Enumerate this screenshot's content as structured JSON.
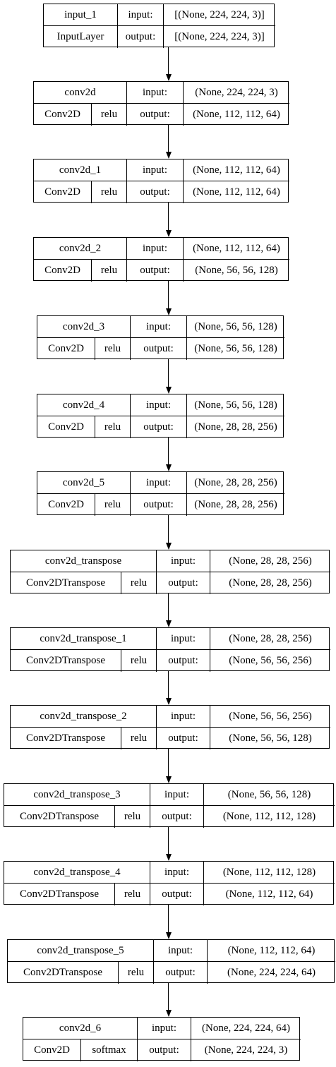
{
  "labels": {
    "input": "input:",
    "output": "output:"
  },
  "layers": [
    {
      "name": "input_1",
      "type": "InputLayer",
      "activation": "",
      "input_shape": "[(None, 224, 224, 3)]",
      "output_shape": "[(None, 224, 224, 3)]"
    },
    {
      "name": "conv2d",
      "type": "Conv2D",
      "activation": "relu",
      "input_shape": "(None, 224, 224, 3)",
      "output_shape": "(None, 112, 112, 64)"
    },
    {
      "name": "conv2d_1",
      "type": "Conv2D",
      "activation": "relu",
      "input_shape": "(None, 112, 112, 64)",
      "output_shape": "(None, 112, 112, 64)"
    },
    {
      "name": "conv2d_2",
      "type": "Conv2D",
      "activation": "relu",
      "input_shape": "(None, 112, 112, 64)",
      "output_shape": "(None, 56, 56, 128)"
    },
    {
      "name": "conv2d_3",
      "type": "Conv2D",
      "activation": "relu",
      "input_shape": "(None, 56, 56, 128)",
      "output_shape": "(None, 56, 56, 128)"
    },
    {
      "name": "conv2d_4",
      "type": "Conv2D",
      "activation": "relu",
      "input_shape": "(None, 56, 56, 128)",
      "output_shape": "(None, 28, 28, 256)"
    },
    {
      "name": "conv2d_5",
      "type": "Conv2D",
      "activation": "relu",
      "input_shape": "(None, 28, 28, 256)",
      "output_shape": "(None, 28, 28, 256)"
    },
    {
      "name": "conv2d_transpose",
      "type": "Conv2DTranspose",
      "activation": "relu",
      "input_shape": "(None, 28, 28, 256)",
      "output_shape": "(None, 28, 28, 256)"
    },
    {
      "name": "conv2d_transpose_1",
      "type": "Conv2DTranspose",
      "activation": "relu",
      "input_shape": "(None, 28, 28, 256)",
      "output_shape": "(None, 56, 56, 256)"
    },
    {
      "name": "conv2d_transpose_2",
      "type": "Conv2DTranspose",
      "activation": "relu",
      "input_shape": "(None, 56, 56, 256)",
      "output_shape": "(None, 56, 56, 128)"
    },
    {
      "name": "conv2d_transpose_3",
      "type": "Conv2DTranspose",
      "activation": "relu",
      "input_shape": "(None, 56, 56, 128)",
      "output_shape": "(None, 112, 112, 128)"
    },
    {
      "name": "conv2d_transpose_4",
      "type": "Conv2DTranspose",
      "activation": "relu",
      "input_shape": "(None, 112, 112, 128)",
      "output_shape": "(None, 112, 112, 64)"
    },
    {
      "name": "conv2d_transpose_5",
      "type": "Conv2DTranspose",
      "activation": "relu",
      "input_shape": "(None, 112, 112, 64)",
      "output_shape": "(None, 224, 224, 64)"
    },
    {
      "name": "conv2d_6",
      "type": "Conv2D",
      "activation": "softmax",
      "input_shape": "(None, 224, 224, 64)",
      "output_shape": "(None, 224, 224, 3)"
    }
  ]
}
